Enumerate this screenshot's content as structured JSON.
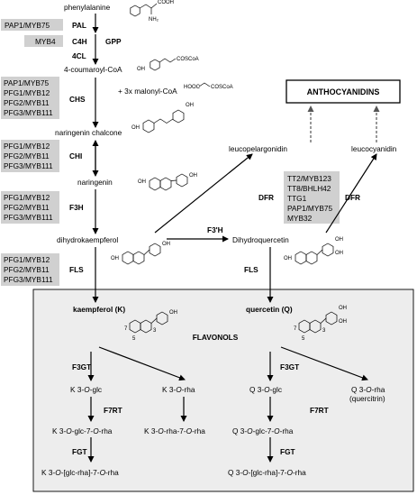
{
  "metabolites": {
    "phenylalanine": "phenylalanine",
    "coumaroyl": "4-coumaroyl-CoA",
    "malonyl": "+ 3x malonyl-CoA",
    "chalcone": "naringenin chalcone",
    "naringenin": "naringenin",
    "dihydrokaempferol": "dihydrokaempferol",
    "dihydroquercetin": "Dihydroquercetin",
    "leucopelargonidin": "leucopelargonidin",
    "leucocyanidin": "leucocyanidin",
    "anthocyanidins": "ANTHOCYANIDINS",
    "kaempferol": "kaempferol (K)",
    "quercetin": "quercetin (Q)",
    "flavonols": "FLAVONOLS"
  },
  "structure_labels": {
    "cooh": "COOH",
    "nh2": "NH₂",
    "coscoa": "COSCoA",
    "hooc": "HOOC",
    "oh": "OH",
    "o": "O",
    "c3": "3",
    "c5": "5",
    "c7": "7"
  },
  "enzymes": {
    "pal": "PAL",
    "c4h": "C4H",
    "fourcl": "4CL",
    "gpp": "GPP",
    "chs": "CHS",
    "chi": "CHI",
    "f3h": "F3H",
    "fls_left": "FLS",
    "fls_right": "FLS",
    "f3ph": "F3'H",
    "dfr_left": "DFR",
    "dfr_right": "DFR",
    "f3gt_left": "F3GT",
    "f3gt_right": "F3GT",
    "f7rt_left": "F7RT",
    "f7rt_right": "F7RT",
    "fgt_left": "FGT",
    "fgt_right": "FGT"
  },
  "regulators": {
    "pal_box": [
      "PAP1/MYB75"
    ],
    "c4h_box": [
      "MYB4"
    ],
    "chs_box": [
      "PAP1/MYB75",
      "PFG1/MYB12",
      "PFG2/MYB11",
      "PFG3/MYB111"
    ],
    "chi_box": [
      "PFG1/MYB12",
      "PFG2/MYB11",
      "PFG3/MYB111"
    ],
    "f3h_box": [
      "PFG1/MYB12",
      "PFG2/MYB11",
      "PFG3/MYB111"
    ],
    "fls_box": [
      "PFG1/MYB12",
      "PFG2/MYB11",
      "PFG3/MYB111"
    ],
    "dfr_box": [
      "TT2/MYB123",
      "TT8/BHLH42",
      "TTG1",
      "PAP1/MYB75",
      "MYB32"
    ]
  },
  "glycosides": {
    "k_glc": [
      "K 3-",
      "O",
      "-glc"
    ],
    "k_rha": [
      "K 3-",
      "O",
      "-rha"
    ],
    "k_glc_rha": [
      "K 3-",
      "O",
      "-glc-7-",
      "O",
      "-rha"
    ],
    "k_rha_rha": [
      "K 3-",
      "O",
      "-rha-7-",
      "O",
      "-rha"
    ],
    "k_final": [
      "K 3-",
      "O",
      "-[glc-rha]-7-",
      "O",
      "-rha"
    ],
    "q_glc": [
      "Q 3-",
      "O",
      "-glc"
    ],
    "q_rha": [
      "Q 3-",
      "O",
      "-rha"
    ],
    "q_rha_sub": "(quercitrin)",
    "q_glc_rha": [
      "Q 3-",
      "O",
      "-glc-7-",
      "O",
      "-rha"
    ],
    "q_final": [
      "Q 3-",
      "O",
      "-[glc-rha]-7-",
      "O",
      "-rha"
    ]
  },
  "colors": {
    "regulator_box": "#d0d0d0",
    "flavonol_panel": "#ededed",
    "dashed_arrow": "#555555"
  }
}
